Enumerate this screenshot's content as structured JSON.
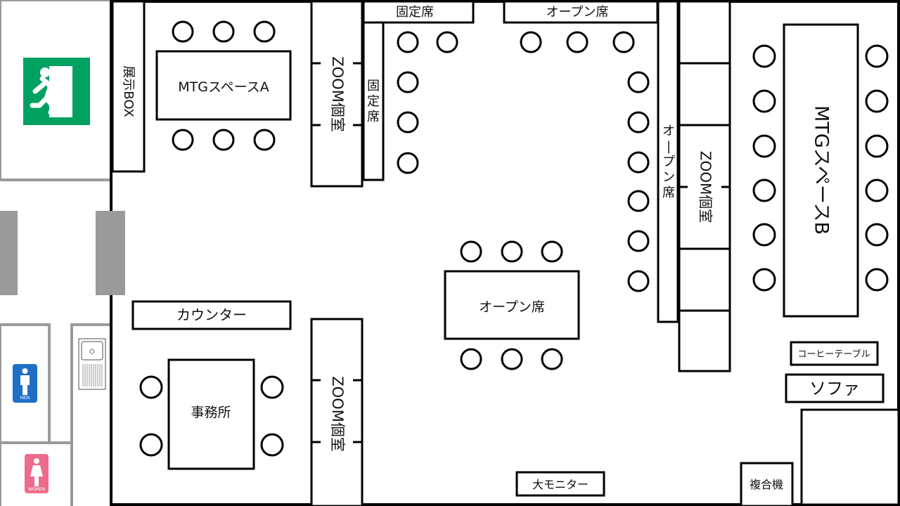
{
  "labels": {
    "exhibit_box": "展示BOX",
    "mtg_a": "MTGスペースA",
    "zoom": "ZOOM個室",
    "fixed_seat": "固定席",
    "open_seat": "オープン席",
    "mtg_b": "MTGスペースB",
    "counter": "カウンター",
    "office": "事務所",
    "coffee_table": "コーヒーテーブル",
    "sofa": "ソファ",
    "big_monitor": "大モニター",
    "copier": "複合機"
  },
  "restroom": {
    "men": "MEN",
    "women": "WOMEN"
  },
  "icons": {
    "exit": "emergency-exit-icon",
    "men": "men-restroom-icon",
    "women": "women-restroom-icon",
    "sink": "sink-icon"
  },
  "colors": {
    "exit_green": "#00a060",
    "men_blue": "#1f6fc7",
    "women_pink": "#ee6b8b",
    "door_gray": "#9a9a9a",
    "wall": "#000000"
  }
}
